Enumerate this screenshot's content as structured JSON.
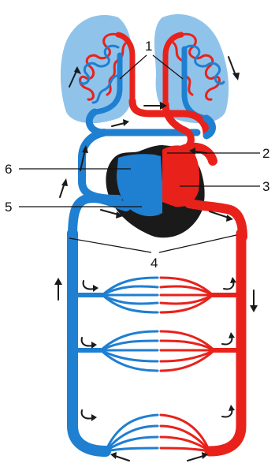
{
  "labels": {
    "l1": "1",
    "l2": "2",
    "l3": "3",
    "l4": "4",
    "l5": "5",
    "l6": "6"
  },
  "colors": {
    "artery_red": "#e8221b",
    "vein_blue": "#1f7fd1",
    "lung_blue": "#8fc3ea",
    "heart_dark": "#1a1a1a",
    "arrow": "#1a1a1a"
  }
}
